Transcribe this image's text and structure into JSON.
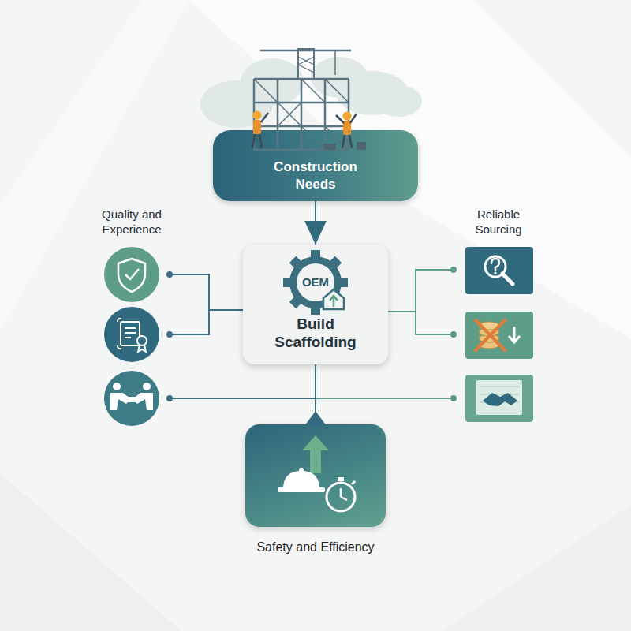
{
  "diagram": {
    "nodes": [
      {
        "text": [
          "Construction Needs"
        ]
      },
      {
        "text": [
          "OEM",
          "Build Scaffolding"
        ]
      },
      {
        "text": [
          "Safety and Efficiency"
        ]
      }
    ],
    "edges": [
      {
        "from": 0,
        "to": 1,
        "arrow": "to"
      },
      {
        "from": 1,
        "to": 2,
        "arrow": "none"
      }
    ],
    "labels": [
      "Quality and Experience",
      "Reliable Sourcing"
    ]
  }
}
